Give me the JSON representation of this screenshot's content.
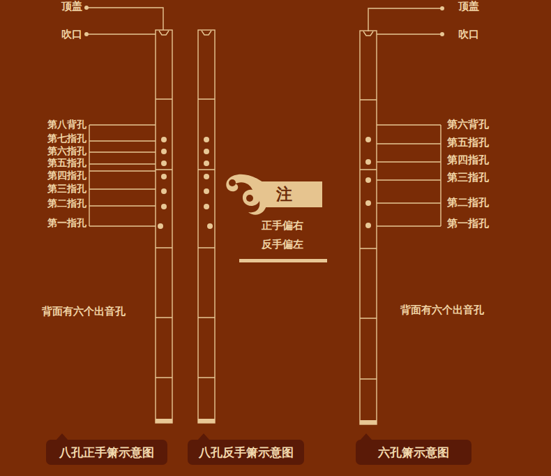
{
  "diagram": {
    "nodes": [
      {
        "text": [
          "八孔正手箫示意图"
        ]
      },
      {
        "text": [
          "八孔反手箫示意图"
        ]
      },
      {
        "text": [
          "六孔箫示意图"
        ]
      },
      {
        "text": [
          "注"
        ]
      }
    ],
    "labels": [
      "顶盖",
      "吹口",
      "第八背孔",
      "第七指孔",
      "第六指孔",
      "第五指孔",
      "第四指孔",
      "第三指孔",
      "第二指孔",
      "第一指孔",
      "背面有六个出音孔",
      "顶盖",
      "吹口",
      "第六背孔",
      "第五指孔",
      "第四指孔",
      "第三指孔",
      "第二指孔",
      "第一指孔",
      "背面有六个出音孔",
      "正手偏右",
      "反手偏左"
    ]
  }
}
